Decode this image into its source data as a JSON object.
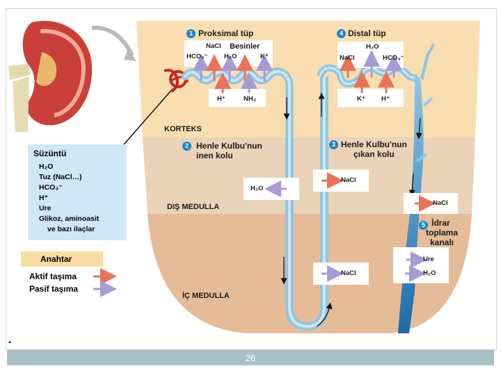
{
  "zones": {
    "cortex": "KORTEKS",
    "outer_medulla": "DIŞ MEDULLA",
    "inner_medulla": "İÇ MEDULLA"
  },
  "segments": {
    "proximal": {
      "num": "1",
      "title": "Proksimal tüp"
    },
    "descending": {
      "num": "2",
      "title_line1": "Henle Kulbu'nun",
      "title_line2": "inen kolu"
    },
    "ascending": {
      "num": "3",
      "title_line1": "Henle Kulbu'nun",
      "title_line2": "çıkan kolu"
    },
    "distal": {
      "num": "4",
      "title": "Distal tüp"
    },
    "collecting": {
      "num": "5",
      "title_line1": "İdrar",
      "title_line2": "toplama",
      "title_line3": "kanalı"
    }
  },
  "proximal_ions": {
    "nacl": "NaCl",
    "besinler": "Besinler",
    "hco3": "HCO₃⁻",
    "h2o": "H₂O",
    "kplus": "K⁺",
    "hplus": "H⁺",
    "nh3": "NH₃"
  },
  "distal_ions": {
    "h2o": "H₂O",
    "nacl": "NaCl",
    "hco3": "HCO₃⁻",
    "kplus": "K⁺",
    "hplus": "H⁺"
  },
  "descending_box": {
    "label": "H₂O"
  },
  "ascending_boxes": {
    "upper": "NaCl",
    "lower": "NaCl"
  },
  "collecting_boxes": {
    "nacl": "NaCl",
    "ure": "Ure",
    "h2o": "H₂O"
  },
  "filtrate": {
    "title": "Süzüntü",
    "items": [
      "H₂O",
      "Tuz (NaCl…)",
      "HCO₃⁻",
      "H⁺",
      "Ure",
      "Glikoz, aminoasit",
      "ve bazı ilaçlar"
    ]
  },
  "legend": {
    "title": "Anahtar",
    "active": "Aktif taşıma",
    "passive": "Pasif taşıma"
  },
  "colors": {
    "active": "#e8735a",
    "passive": "#a79bd6",
    "tubule": "#8fc6e4",
    "cortex": "#f9deb1",
    "outer_medulla": "#ebd3b9",
    "inner_medulla": "#e6bb98"
  },
  "footer": {
    "page": "26"
  }
}
